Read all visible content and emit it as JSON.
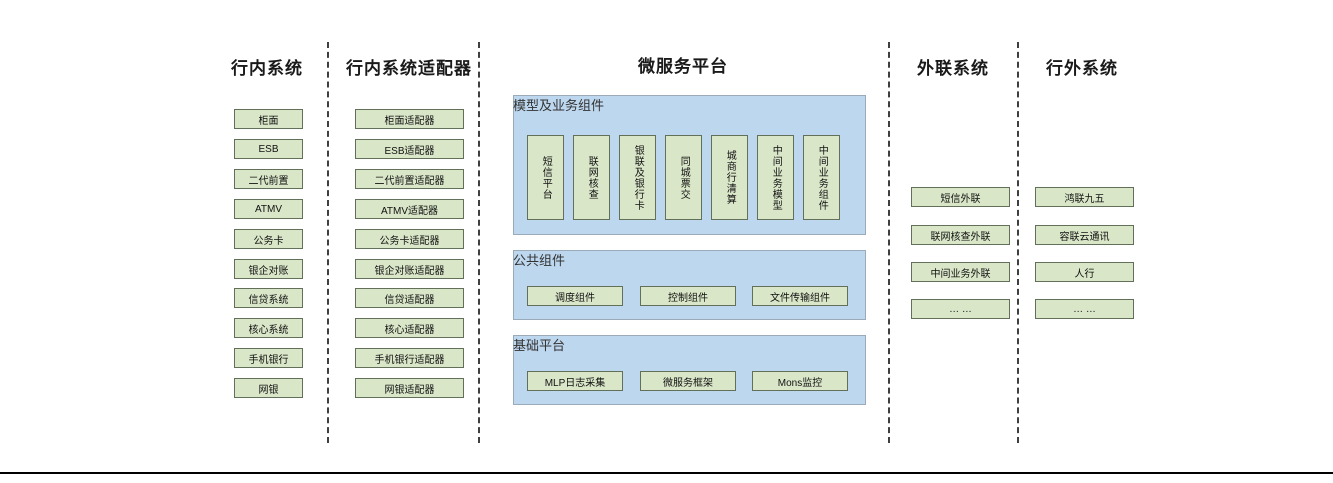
{
  "columns": [
    {
      "id": "inbank",
      "title": "行内系统",
      "items": [
        "柜面",
        "ESB",
        "二代前置",
        "ATMV",
        "公务卡",
        "银企对账",
        "信贷系统",
        "核心系统",
        "手机银行",
        "网银"
      ]
    },
    {
      "id": "inbank-adapter",
      "title": "行内系统适配器",
      "items": [
        "柜面适配器",
        "ESB适配器",
        "二代前置适配器",
        "ATMV适配器",
        "公务卡适配器",
        "银企对账适配器",
        "信贷适配器",
        "核心适配器",
        "手机银行适配器",
        "网银适配器"
      ]
    },
    {
      "id": "microservice",
      "title": "微服务平台",
      "panels": [
        {
          "id": "model-business",
          "title": "模型及业务组件",
          "orientation": "vertical",
          "items": [
            "短信平台",
            "联网核查",
            "银联及银行卡",
            "同城票交",
            "城商行清算",
            "中间业务模型",
            "中间业务组件"
          ]
        },
        {
          "id": "common-components",
          "title": "公共组件",
          "orientation": "horizontal",
          "items": [
            "调度组件",
            "控制组件",
            "文件传输组件"
          ]
        },
        {
          "id": "base-platform",
          "title": "基础平台",
          "orientation": "horizontal",
          "items": [
            "MLP日志采集",
            "微服务框架",
            "Mons监控"
          ]
        }
      ]
    },
    {
      "id": "external-link",
      "title": "外联系统",
      "items": [
        "短信外联",
        "联网核查外联",
        "中间业务外联",
        "… …"
      ]
    },
    {
      "id": "outbank",
      "title": "行外系统",
      "items": [
        "鸿联九五",
        "容联云通讯",
        "人行",
        "… …"
      ]
    }
  ],
  "colors": {
    "box_fill": "#d9e6c8",
    "box_border": "#62705a",
    "panel_fill": "#bdd7ee",
    "panel_border": "#9aaab8",
    "divider": "#3f3f3f",
    "text": "#1a1a1a",
    "background": "#ffffff"
  }
}
